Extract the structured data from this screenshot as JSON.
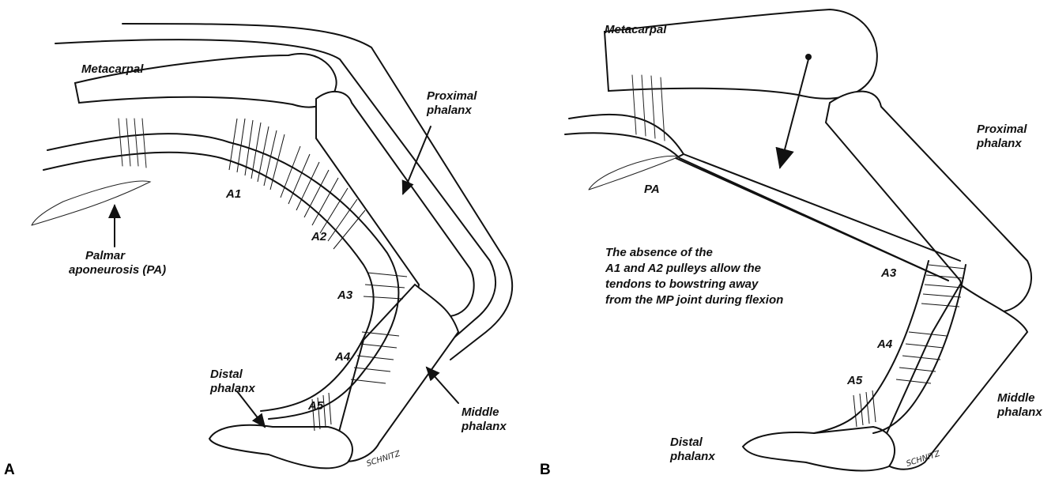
{
  "panel_a": {
    "caption": "A",
    "labels": {
      "metacarpal": "Metacarpal",
      "proximal_1": "Proximal",
      "proximal_2": "phalanx",
      "palmar_1": "Palmar",
      "palmar_2": "aponeurosis (PA)",
      "distal_1": "Distal",
      "distal_2": "phalanx",
      "middle_1": "Middle",
      "middle_2": "phalanx",
      "a1": "A1",
      "a2": "A2",
      "a3": "A3",
      "a4": "A4",
      "a5": "A5"
    },
    "signature": "SCHNITZ"
  },
  "panel_b": {
    "caption": "B",
    "labels": {
      "metacarpal": "Metacarpal",
      "proximal_1": "Proximal",
      "proximal_2": "phalanx",
      "pa": "PA",
      "a3": "A3",
      "a4": "A4",
      "a5": "A5",
      "middle_1": "Middle",
      "middle_2": "phalanx",
      "distal_1": "Distal",
      "distal_2": "phalanx"
    },
    "note_lines": [
      "The absence of the",
      "A1 and A2 pulleys allow the",
      "tendons to bowstring away",
      "from the MP joint during flexion"
    ],
    "signature": "SCHNITZ"
  }
}
